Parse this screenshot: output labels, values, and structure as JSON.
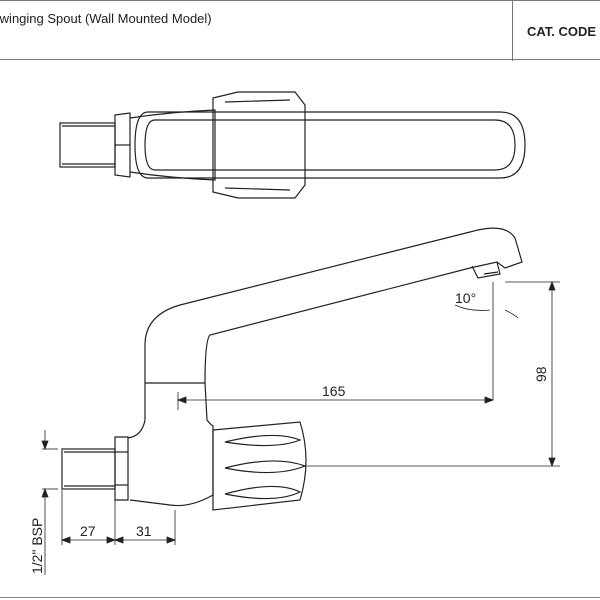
{
  "header": {
    "title": "Swinging Spout (Wall Mounted Model)",
    "cat_code_label": "CAT. CODE"
  },
  "dimensions": {
    "angle": "10°",
    "spout_reach": "165",
    "height": "98",
    "inlet_length": "27",
    "body_length": "31",
    "thread": "1/2\" BSP"
  }
}
